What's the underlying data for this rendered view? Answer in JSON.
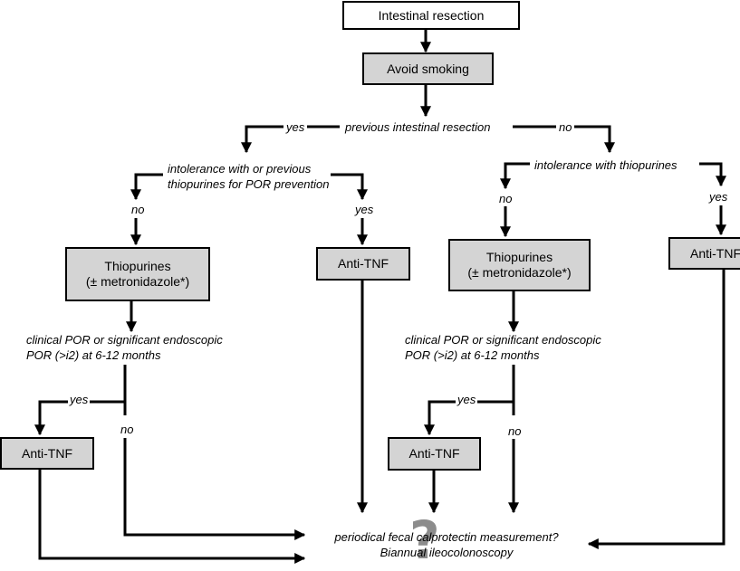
{
  "boxes": {
    "intestinal_resection": "Intestinal resection",
    "avoid_smoking": "Avoid smoking",
    "thiopurines_left": [
      "Thiopurines",
      "(± metronidazole*)"
    ],
    "anti_tnf_mid": "Anti-TNF",
    "thiopurines_right": [
      "Thiopurines",
      "(± metronidazole*)"
    ],
    "anti_tnf_right": "Anti-TNF",
    "anti_tnf_bottom_left": "Anti-TNF",
    "anti_tnf_bottom_right": "Anti-TNF"
  },
  "labels": {
    "previous_resection": "previous intestinal resection",
    "yes": "yes",
    "no": "no",
    "intolerance_left": [
      "intolerance with or previous",
      "thiopurines for POR prevention"
    ],
    "intolerance_right": "intolerance with thiopurines",
    "clinical_por": [
      "clinical POR or significant endoscopic",
      "POR (>i2) at 6-12 months"
    ],
    "outcome": [
      "periodical fecal calprotectin measurement?",
      "Biannual ileocolonoscopy"
    ],
    "question_mark": "?"
  },
  "colors": {
    "box_fill": "#d4d4d4",
    "line": "#000000",
    "question_mark": "#8c8c8c"
  }
}
